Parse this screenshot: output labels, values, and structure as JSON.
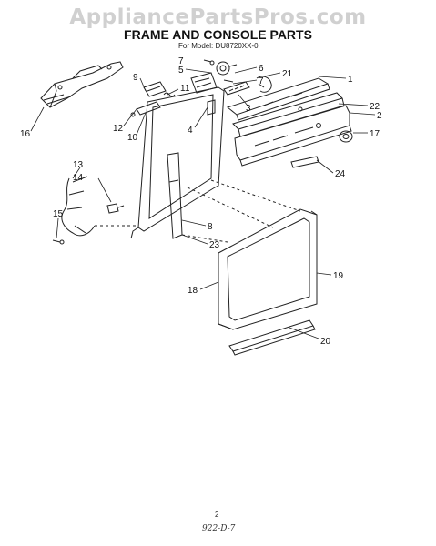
{
  "watermark": "AppliancePartsPros.com",
  "title": "FRAME AND CONSOLE PARTS",
  "subtitle": "For Model: DU8720XX-0",
  "page_number": "2",
  "handwritten_note": "922-D-7",
  "callouts": [
    {
      "id": "c1",
      "text": "1"
    },
    {
      "id": "c2",
      "text": "2"
    },
    {
      "id": "c3",
      "text": "3"
    },
    {
      "id": "c4",
      "text": "4"
    },
    {
      "id": "c5",
      "text": "5"
    },
    {
      "id": "c6",
      "text": "6"
    },
    {
      "id": "c7a",
      "text": "7"
    },
    {
      "id": "c7b",
      "text": "7"
    },
    {
      "id": "c8",
      "text": "8"
    },
    {
      "id": "c9",
      "text": "9"
    },
    {
      "id": "c10",
      "text": "10"
    },
    {
      "id": "c11",
      "text": "11"
    },
    {
      "id": "c12",
      "text": "12"
    },
    {
      "id": "c13",
      "text": "13"
    },
    {
      "id": "c14",
      "text": "14"
    },
    {
      "id": "c15",
      "text": "15"
    },
    {
      "id": "c16",
      "text": "16"
    },
    {
      "id": "c17",
      "text": "17"
    },
    {
      "id": "c18",
      "text": "18"
    },
    {
      "id": "c19",
      "text": "19"
    },
    {
      "id": "c20",
      "text": "20"
    },
    {
      "id": "c21",
      "text": "21"
    },
    {
      "id": "c22",
      "text": "22"
    },
    {
      "id": "c23",
      "text": "23"
    },
    {
      "id": "c24",
      "text": "24"
    }
  ]
}
